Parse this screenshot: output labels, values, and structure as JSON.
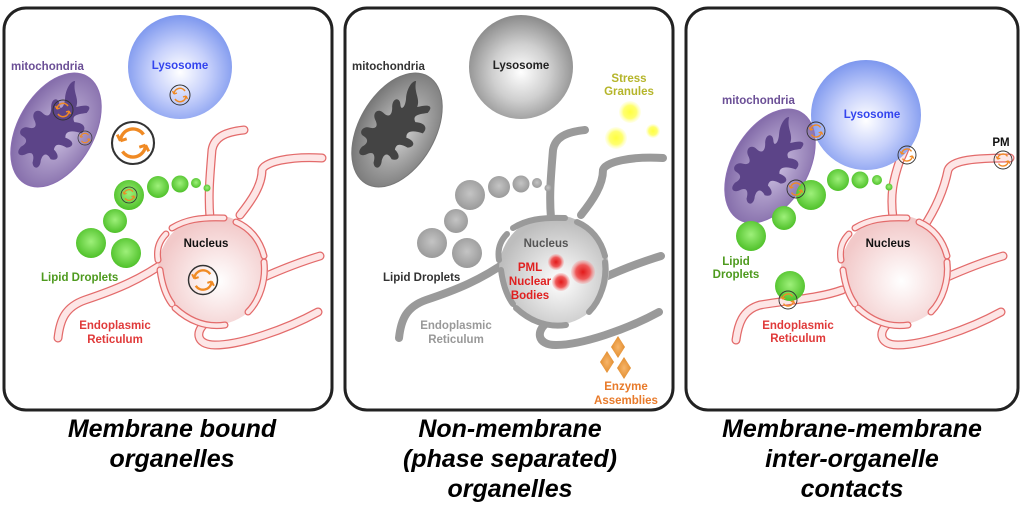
{
  "panels": [
    {
      "caption": [
        "Membrane bound",
        "organelles"
      ],
      "labels": {
        "mitochondria": "mitochondria",
        "lysosome": "Lysosome",
        "nucleus": "Nucleus",
        "lipid_droplets": "Lipid Droplets",
        "er_line1": "Endoplasmic",
        "er_line2": "Reticulum"
      },
      "colors": {
        "mito": "#6b4f96",
        "lyso": "#3344ee",
        "lipid": "#4e9a1e",
        "er": "#e03a3a",
        "nucleus": "#111111"
      }
    },
    {
      "caption": [
        "Non-membrane",
        "(phase separated)",
        "organelles"
      ],
      "labels": {
        "mitochondria": "mitochondria",
        "lysosome": "Lysosome",
        "stress_line1": "Stress",
        "stress_line2": "Granules",
        "nucleus": "Nucleus",
        "pml_line1": "PML",
        "pml_line2": "Nuclear",
        "pml_line3": "Bodies",
        "lipid_droplets": "Lipid Droplets",
        "er_line1": "Endoplasmic",
        "er_line2": "Reticulum",
        "enzyme_line1": "Enzyme",
        "enzyme_line2": "Assemblies"
      },
      "colors": {
        "gray_text": "#333333",
        "er": "#999999",
        "stress": "#b5b52a",
        "pml": "#e02020",
        "enzyme": "#e87a2a"
      }
    },
    {
      "caption": [
        "Membrane-membrane",
        "inter-organelle",
        "contacts"
      ],
      "labels": {
        "mitochondria": "mitochondria",
        "lysosome": "Lysosome",
        "pm": "PM",
        "nucleus": "Nucleus",
        "lipid_line1": "Lipid",
        "lipid_line2": "Droplets",
        "er_line1": "Endoplasmic",
        "er_line2": "Reticulum"
      }
    }
  ],
  "icons": {
    "recycle": "recycle-arrows-icon"
  }
}
